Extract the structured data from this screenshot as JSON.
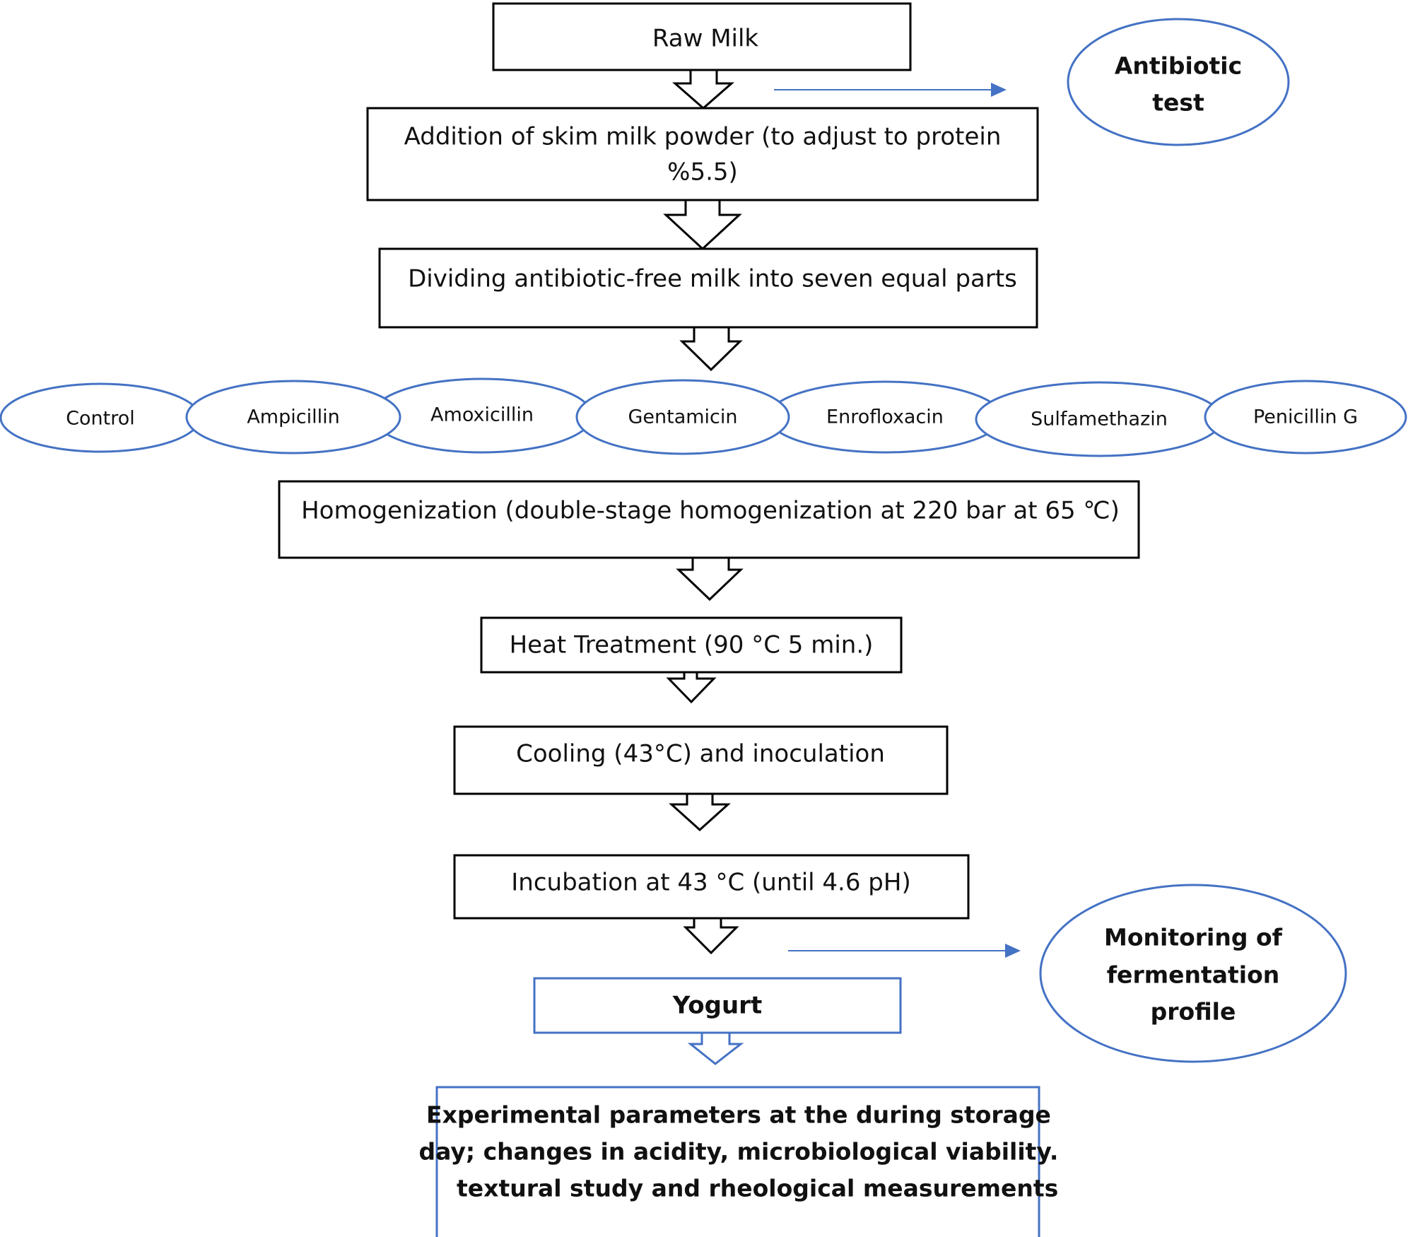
{
  "steps": {
    "raw_milk": "Raw Milk",
    "skim_line1": "Addition of skim milk powder (to adjust to protein",
    "skim_line2": "%5.5)",
    "dividing": "Dividing antibiotic-free milk into seven equal parts",
    "homogenization": "Homogenization (double-stage homogenization at 220 bar at 65 ℃)",
    "heat_treatment": "Heat Treatment (90 °C 5 min.)",
    "cooling": "Cooling (43°C) and inoculation",
    "incubation": "Incubation at 43 °C (until 4.6 pH)",
    "yogurt": "Yogurt"
  },
  "groups": [
    "Control",
    "Ampicillin",
    "Amoxicillin",
    "Gentamicin",
    "Enrofloxacin",
    "Sulfamethazin",
    "Penicillin G"
  ],
  "side_notes": {
    "antibiotic_line1": "Antibiotic",
    "antibiotic_line2": "test",
    "monitoring_line1": "Monitoring of",
    "monitoring_line2": "fermentation",
    "monitoring_line3": "profile"
  },
  "final": {
    "line1": "Experimental parameters at the during storage",
    "line2": "day; changes in acidity, microbiological viability.",
    "line3": "textural study and rheological measurements"
  },
  "colors": {
    "box_border": "#000000",
    "accent_blue": "#4472c4"
  }
}
